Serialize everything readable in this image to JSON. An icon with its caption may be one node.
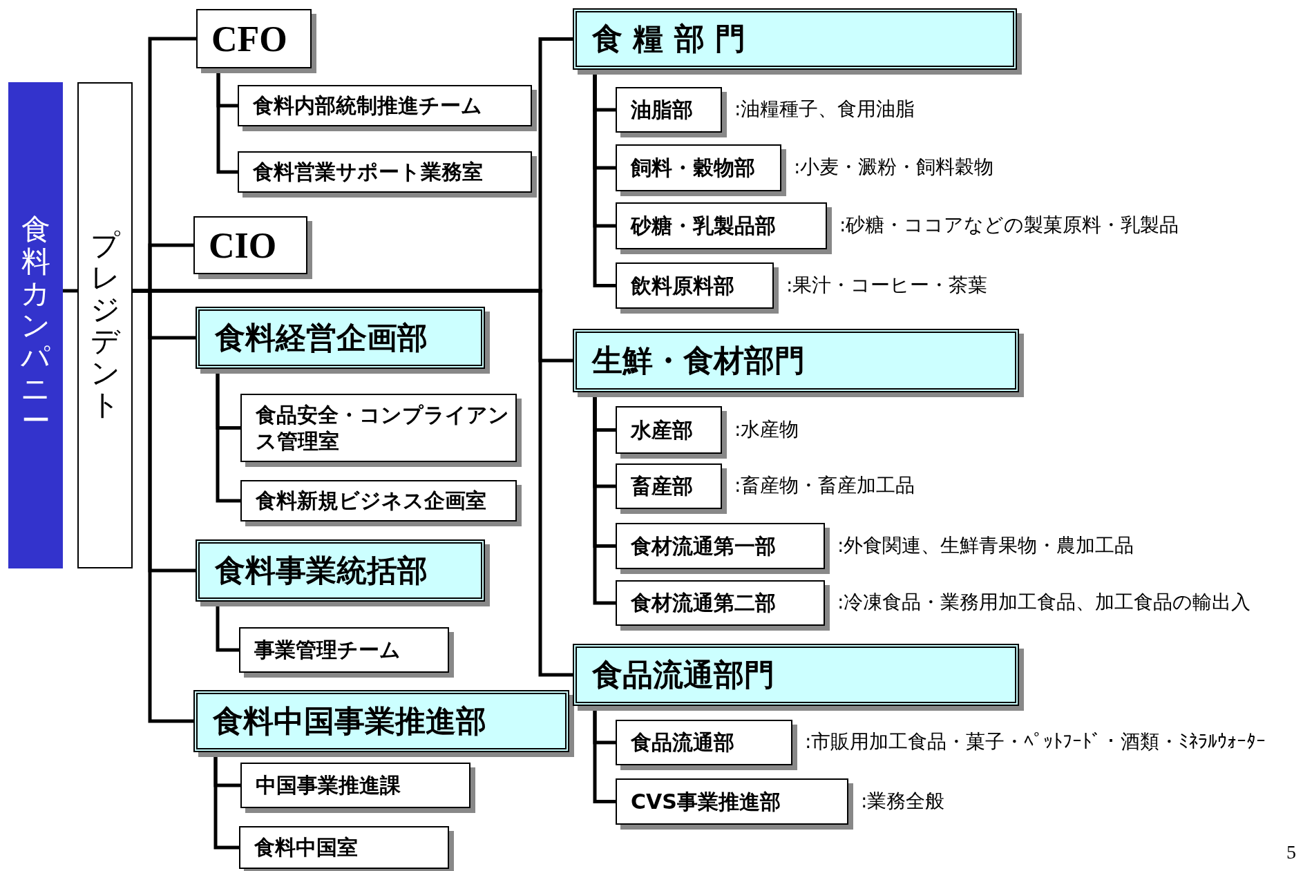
{
  "diagram": {
    "nodes": [
      {
        "text": [
          "食料カンパニー"
        ]
      },
      {
        "text": [
          "プレジデント"
        ]
      },
      {
        "text": [
          "CFO"
        ]
      },
      {
        "text": [
          "食料内部統制推進チーム"
        ]
      },
      {
        "text": [
          "食料営業サポート業務室"
        ]
      },
      {
        "text": [
          "CIO"
        ]
      },
      {
        "text": [
          "食料経営企画部"
        ]
      },
      {
        "text": [
          "食品安全・コンプライアンス管理室"
        ]
      },
      {
        "text": [
          "食料新規ビジネス企画室"
        ]
      },
      {
        "text": [
          "食料事業統括部"
        ]
      },
      {
        "text": [
          "事業管理チーム"
        ]
      },
      {
        "text": [
          "食料中国事業推進部"
        ]
      },
      {
        "text": [
          "中国事業推進課"
        ]
      },
      {
        "text": [
          "食料中国室"
        ]
      },
      {
        "text": [
          "食 糧 部 門"
        ]
      },
      {
        "text": [
          "油脂部"
        ],
        "beside": [
          ":油糧種子、食用油脂"
        ]
      },
      {
        "text": [
          "飼料・穀物部"
        ],
        "beside": [
          ":小麦・澱粉・飼料穀物"
        ]
      },
      {
        "text": [
          "砂糖・乳製品部"
        ],
        "beside": [
          ":砂糖・ココアなどの製菓原料・乳製品"
        ]
      },
      {
        "text": [
          "飲料原料部"
        ],
        "beside": [
          ":果汁・コーヒー・茶葉"
        ]
      },
      {
        "text": [
          "生鮮・食材部門"
        ]
      },
      {
        "text": [
          "水産部"
        ],
        "beside": [
          ":水産物"
        ]
      },
      {
        "text": [
          "畜産部"
        ],
        "beside": [
          ":畜産物・畜産加工品"
        ]
      },
      {
        "text": [
          "食材流通第一部"
        ],
        "beside": [
          ":外食関連、生鮮青果物・農加工品"
        ]
      },
      {
        "text": [
          "食材流通第二部"
        ],
        "beside": [
          ":冷凍食品・業務用加工食品、加工食品の輸出入"
        ]
      },
      {
        "text": [
          "食品流通部門"
        ]
      },
      {
        "text": [
          "食品流通部"
        ],
        "beside": [
          ":市販用加工食品・菓子・ﾍﾟｯﾄﾌｰﾄﾞ・酒類・ﾐﾈﾗﾙｳｫｰﾀｰ"
        ]
      },
      {
        "text": [
          "CVS事業推進部"
        ],
        "beside": [
          ":業務全般"
        ]
      }
    ],
    "edges": [
      {
        "from": 0,
        "to": 1,
        "arrow": "none"
      },
      {
        "from": 1,
        "to": 2,
        "arrow": "none"
      },
      {
        "from": 1,
        "to": 5,
        "arrow": "none"
      },
      {
        "from": 1,
        "to": 6,
        "arrow": "none"
      },
      {
        "from": 1,
        "to": 9,
        "arrow": "none"
      },
      {
        "from": 1,
        "to": 11,
        "arrow": "none"
      },
      {
        "from": 1,
        "to": 14,
        "arrow": "none"
      },
      {
        "from": 1,
        "to": 19,
        "arrow": "none"
      },
      {
        "from": 1,
        "to": 24,
        "arrow": "none"
      },
      {
        "from": 2,
        "to": 3,
        "arrow": "none"
      },
      {
        "from": 2,
        "to": 4,
        "arrow": "none"
      },
      {
        "from": 6,
        "to": 7,
        "arrow": "none"
      },
      {
        "from": 6,
        "to": 8,
        "arrow": "none"
      },
      {
        "from": 9,
        "to": 10,
        "arrow": "none"
      },
      {
        "from": 11,
        "to": 12,
        "arrow": "none"
      },
      {
        "from": 11,
        "to": 13,
        "arrow": "none"
      },
      {
        "from": 14,
        "to": 15,
        "arrow": "none"
      },
      {
        "from": 14,
        "to": 16,
        "arrow": "none"
      },
      {
        "from": 14,
        "to": 17,
        "arrow": "none"
      },
      {
        "from": 14,
        "to": 18,
        "arrow": "none"
      },
      {
        "from": 19,
        "to": 20,
        "arrow": "none"
      },
      {
        "from": 19,
        "to": 21,
        "arrow": "none"
      },
      {
        "from": 19,
        "to": 22,
        "arrow": "none"
      },
      {
        "from": 19,
        "to": 23,
        "arrow": "none"
      },
      {
        "from": 24,
        "to": 25,
        "arrow": "none"
      },
      {
        "from": 24,
        "to": 26,
        "arrow": "none"
      }
    ],
    "labels": [
      "5"
    ]
  }
}
